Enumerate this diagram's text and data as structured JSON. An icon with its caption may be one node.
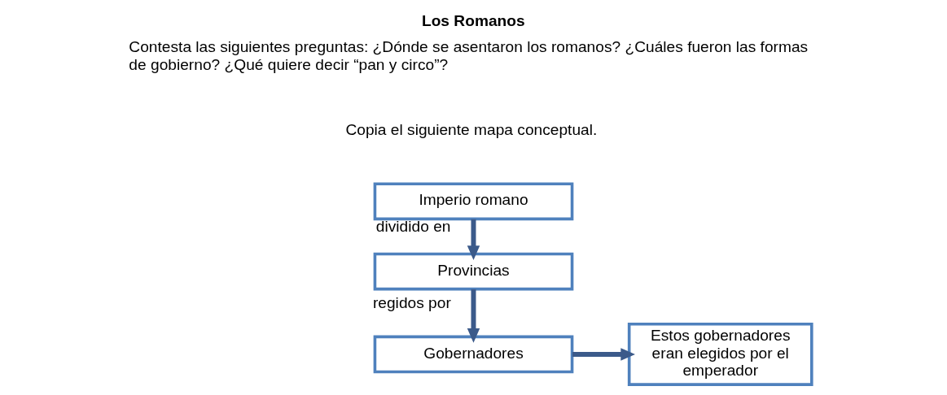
{
  "diagram": {
    "title": "Los Romanos",
    "nodes": [
      {
        "text": [
          "Imperio romano"
        ]
      },
      {
        "text": [
          "Provincias"
        ]
      },
      {
        "text": [
          "Gobernadores"
        ]
      },
      {
        "text": [
          "Estos gobernadores eran elegidos por el emperador"
        ]
      }
    ],
    "edges": [
      {
        "from": 0,
        "to": 1,
        "arrow": "to",
        "label": "dividido en"
      },
      {
        "from": 1,
        "to": 2,
        "arrow": "to",
        "label": "regidos por"
      },
      {
        "from": 2,
        "to": 3,
        "arrow": "to"
      }
    ],
    "labels": [
      "Contesta las siguientes preguntas: ¿Dónde se asentaron los romanos? ¿Cuáles fueron las formas de gobierno? ¿Qué quiere decir “pan y circo”?",
      "Copia el siguiente mapa conceptual."
    ]
  }
}
